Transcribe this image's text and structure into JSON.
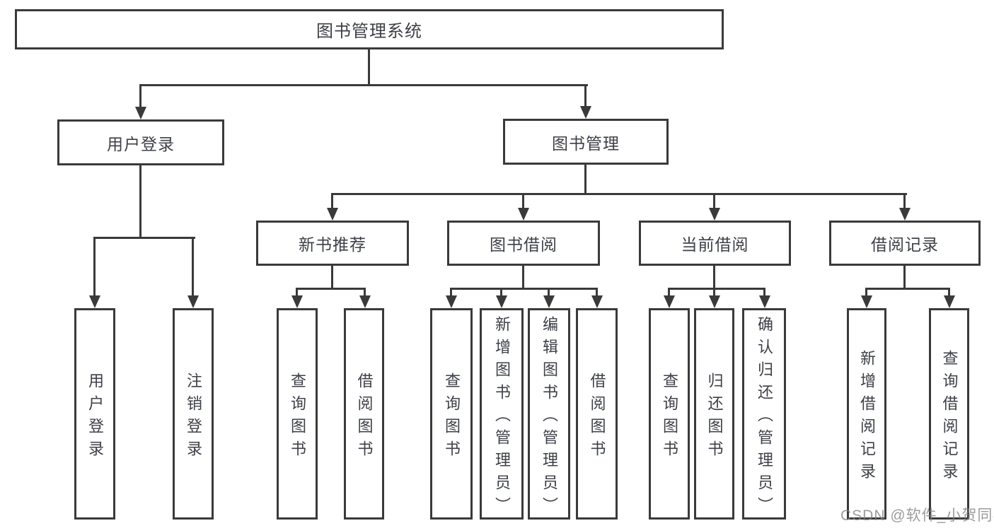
{
  "diagram": {
    "title": "图书管理系统",
    "nodes": {
      "root": "图书管理系统",
      "user_login": "用户登录",
      "book_mgmt": "图书管理",
      "new_book_rec": "新书推荐",
      "book_borrow": "图书借阅",
      "current_borrow": "当前借阅",
      "borrow_records": "借阅记录",
      "user_login_leaf": "用户登录",
      "logout_leaf": "注销登录",
      "query_books_1": "查询图书",
      "borrow_books_1": "借阅图书",
      "query_books_2": "查询图书",
      "add_book_admin": "新增图书（管理员）",
      "edit_book_admin": "编辑图书（管理员）",
      "borrow_books_2": "借阅图书",
      "query_books_3": "查询图书",
      "return_books": "归还图书",
      "confirm_return_admin": "确认归还（管理员）",
      "add_borrow_record": "新增借阅记录",
      "query_borrow_record": "查询借阅记录"
    },
    "colors": {
      "line": "#3a3a3a",
      "text": "#3d4047",
      "background": "#ffffff",
      "watermark_gray": "#808080"
    }
  },
  "watermark": "CSDN @软件_小贺同学"
}
